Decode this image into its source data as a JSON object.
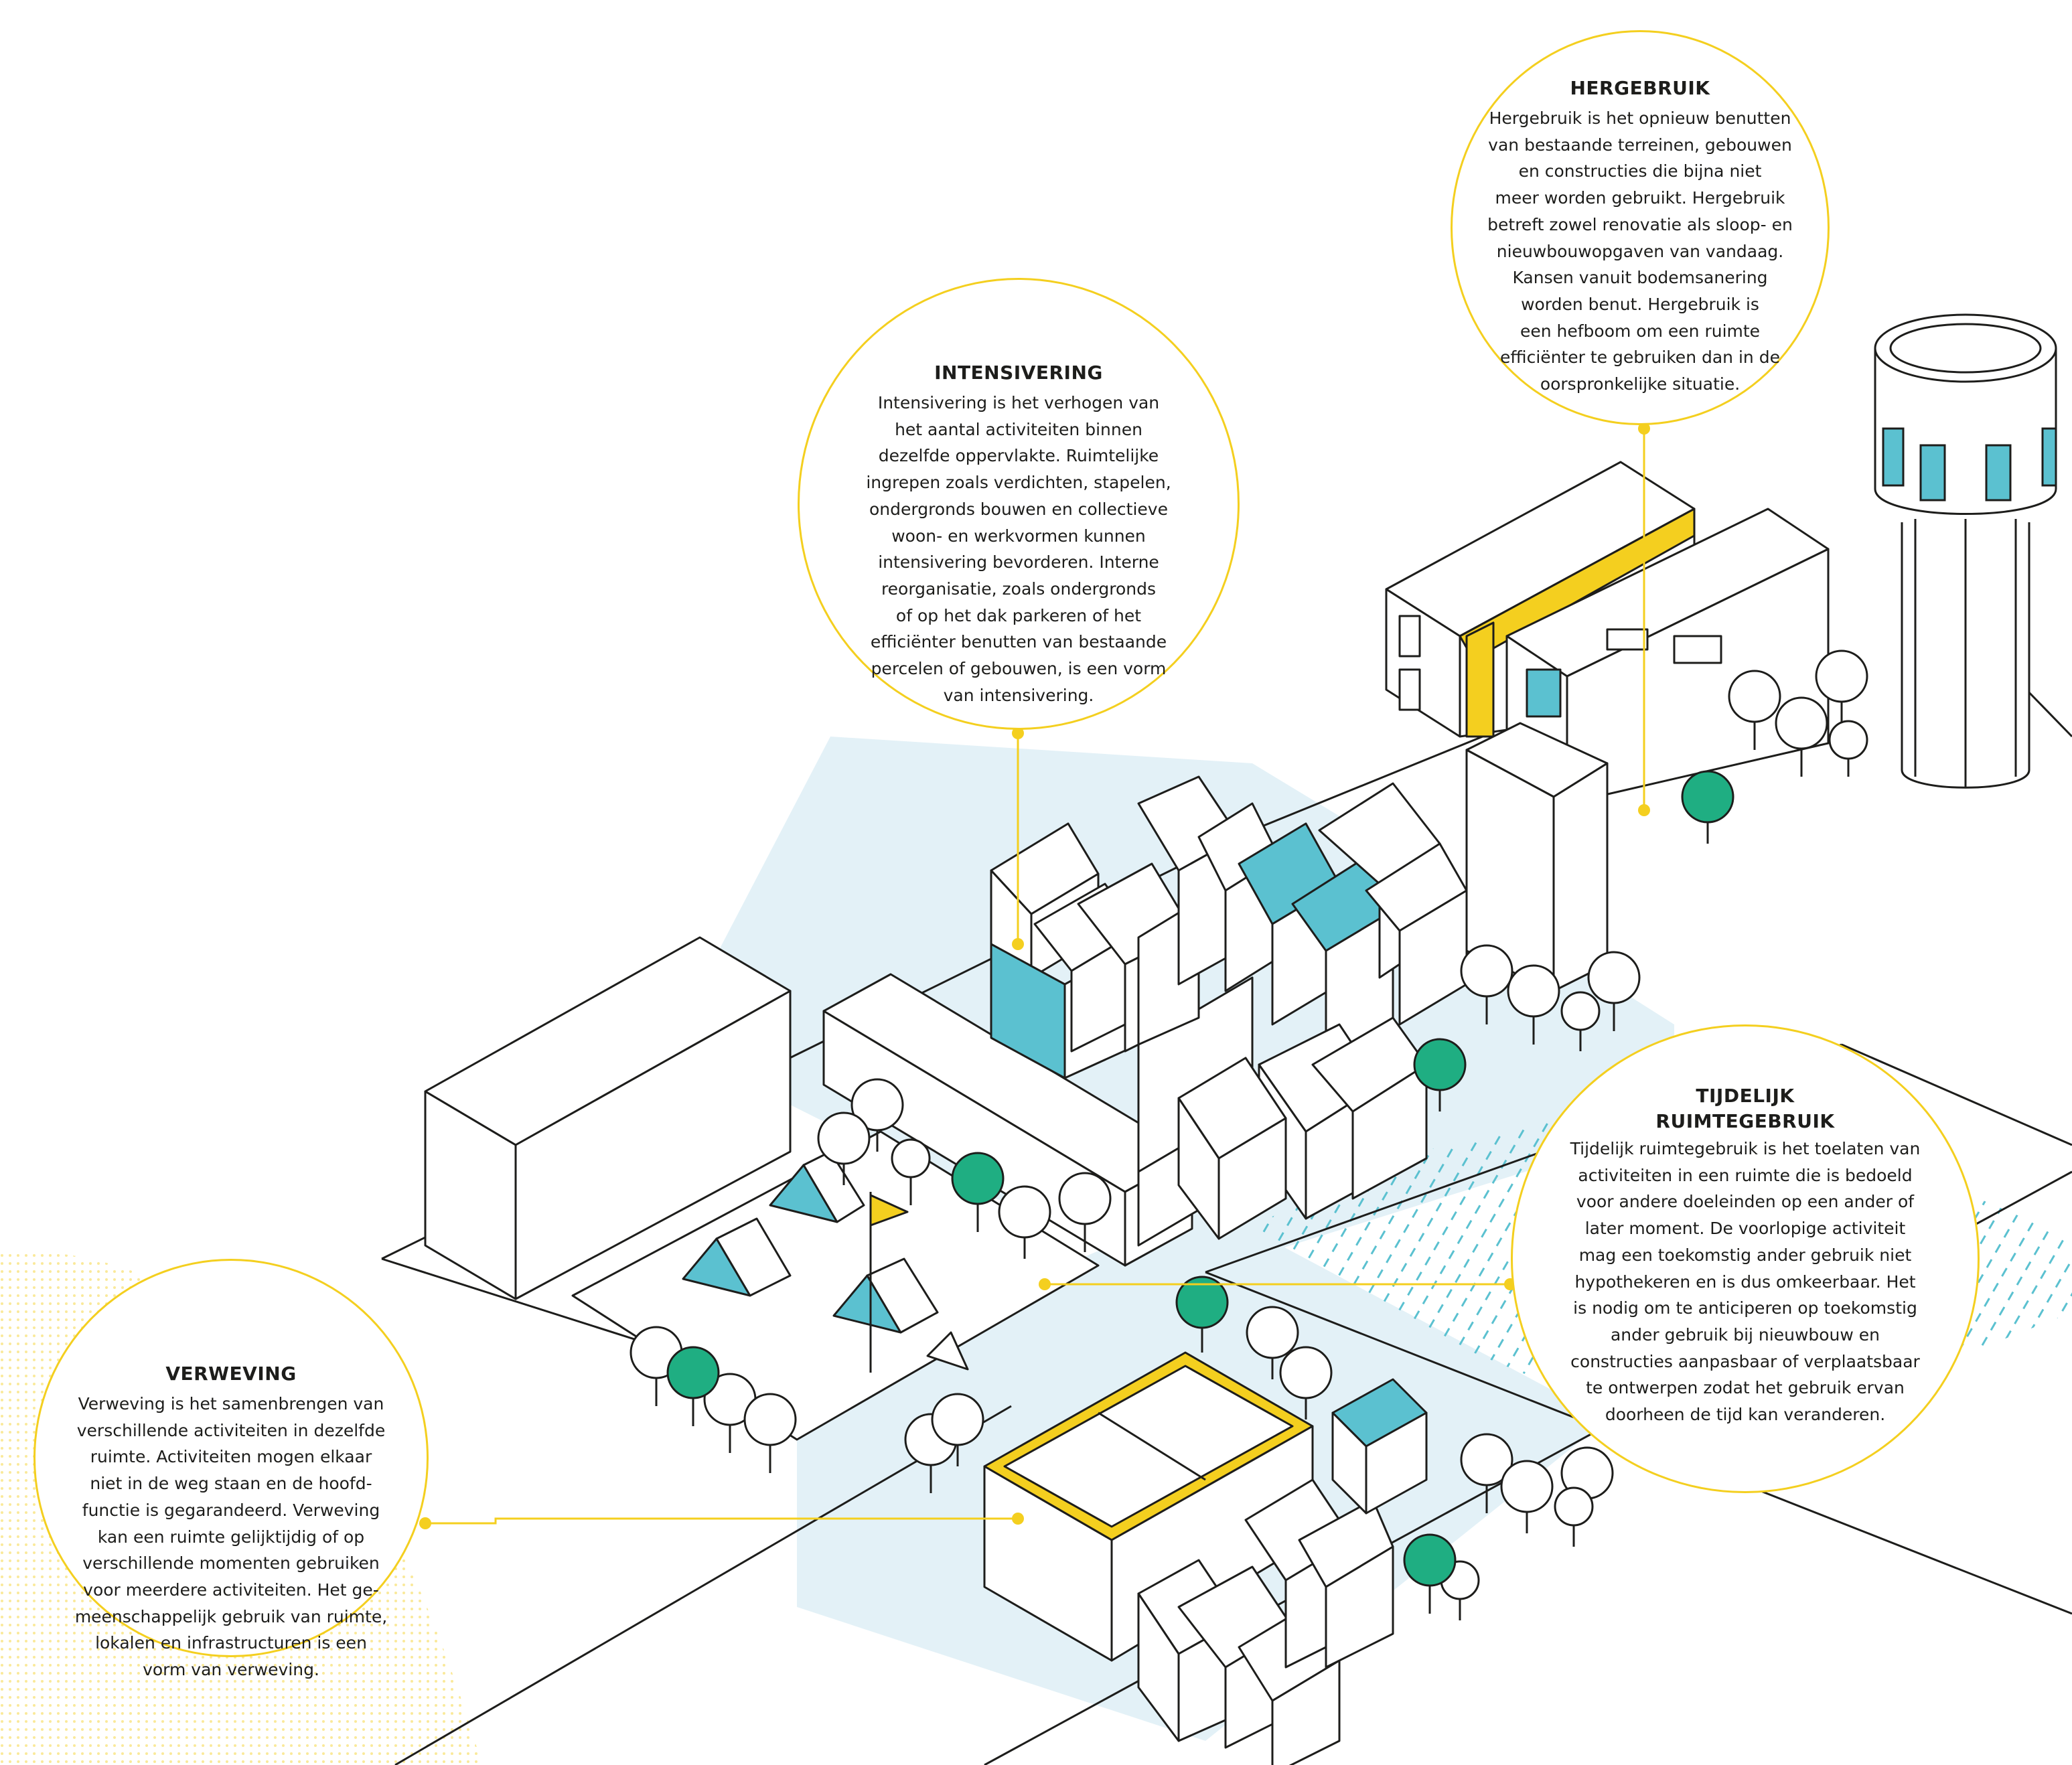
{
  "colors": {
    "yellow_accent": "#f4cf1f",
    "teal": "#5bc1d0",
    "green": "#1fae82",
    "light_blue_ground": "#e3f1f7",
    "line": "#1d1d1b"
  },
  "callouts": {
    "intensivering": {
      "title": "INTENSIVERING",
      "lines": [
        "Intensivering is het verhogen van",
        "het aantal activiteiten binnen",
        "dezelfde oppervlakte. Ruimtelijke",
        "ingrepen zoals verdichten, stapelen,",
        "ondergronds bouwen en collectieve",
        "woon- en werkvormen kunnen",
        "intensivering bevorderen. Interne",
        "reorganisatie, zoals ondergronds",
        "of op het dak parkeren of het",
        "efficiënter benutten van bestaande",
        "percelen of gebouwen, is een vorm",
        "van intensivering."
      ]
    },
    "hergebruik": {
      "title": "HERGEBRUIK",
      "lines": [
        "Hergebruik is het opnieuw benutten",
        "van bestaande terreinen, gebouwen",
        "en constructies die bijna niet",
        "meer worden gebruikt. Hergebruik",
        "betreft zowel renovatie als sloop- en",
        "nieuwbouwopgaven van vandaag.",
        "Kansen vanuit bodemsanering",
        "worden benut. Hergebruik is",
        "een hefboom om een ruimte",
        "efficiënter te gebruiken dan in de",
        "oorspronkelijke situatie."
      ]
    },
    "tijdelijk": {
      "title": "TIJDELIJK RUIMTEGEBRUIK",
      "lines": [
        "Tijdelijk ruimtegebruik is het toelaten van",
        "activiteiten in een ruimte die is bedoeld",
        "voor andere doeleinden op een ander of",
        "later moment. De voorlopige activiteit",
        "mag een toekomstig ander gebruik niet",
        "hypothekeren en is dus omkeerbaar. Het",
        "is nodig om te anticiperen op toekomstig",
        "ander gebruik bij nieuwbouw en",
        "constructies aanpasbaar of verplaatsbaar",
        "te ontwerpen zodat het gebruik ervan",
        "doorheen de tijd kan veranderen."
      ]
    },
    "verweving": {
      "title": "VERWEVING",
      "lines": [
        "Verweving is het samenbrengen van",
        "verschillende activiteiten in dezelfde",
        "ruimte. Activiteiten mogen elkaar",
        "niet in de weg staan en de hoofd-",
        "functie is gegarandeerd. Verweving",
        "kan een ruimte gelijktijdig of op",
        "verschillende momenten gebruiken",
        "voor meerdere activiteiten. Het ge-",
        "meenschappelijk gebruik van ruimte,",
        "lokalen en infrastructuren is een",
        "vorm van verweving."
      ]
    }
  }
}
